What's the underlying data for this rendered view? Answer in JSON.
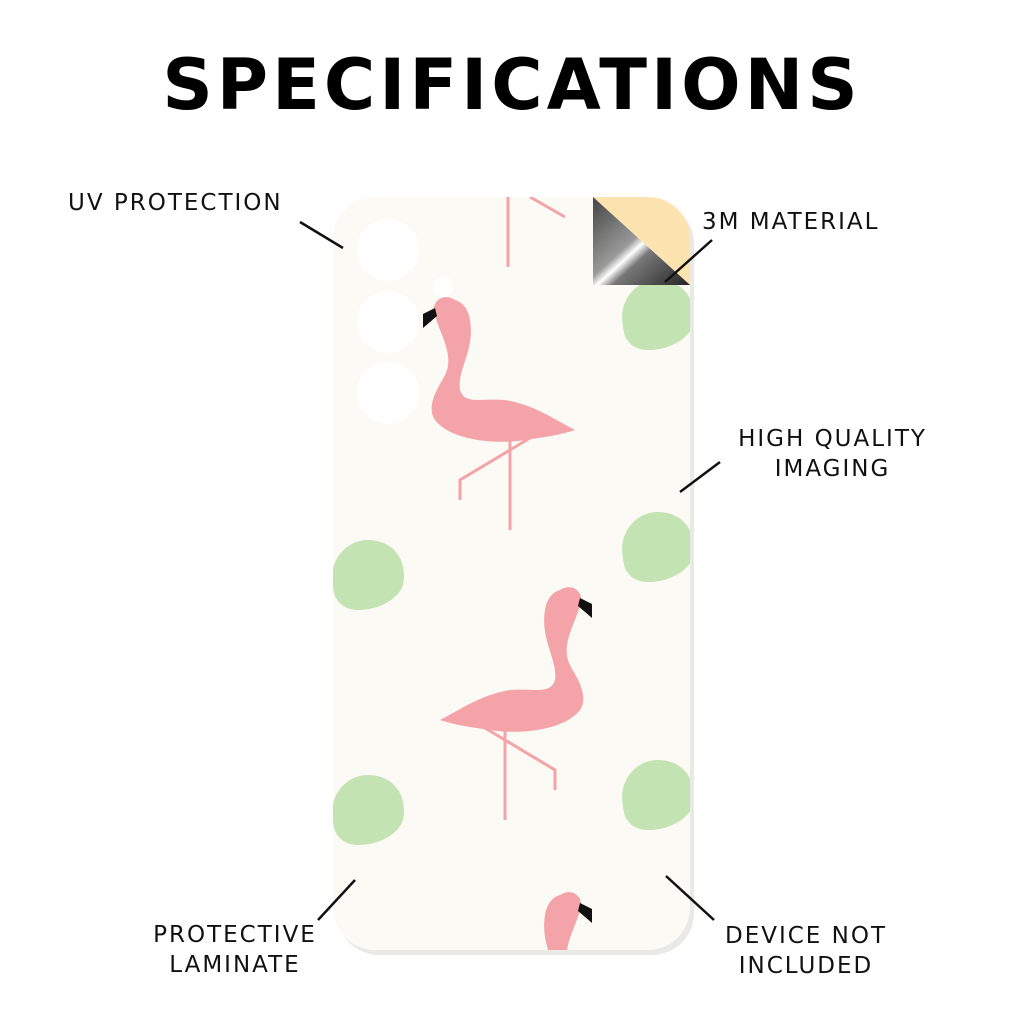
{
  "title": "SPECIFICATIONS",
  "labels": {
    "uv": "UV PROTECTION",
    "material": "3M MATERIAL",
    "imaging_line1": "HIGH QUALITY",
    "imaging_line2": "IMAGING",
    "laminate_line1": "PROTECTIVE",
    "laminate_line2": "LAMINATE",
    "device_line1": "DEVICE NOT",
    "device_line2": "INCLUDED"
  },
  "colors": {
    "skin_bg": "#fbfaf5",
    "flamingo": "#f4a3a8",
    "leaf": "#c4e3b2",
    "peel_back": "#fde3b0"
  }
}
